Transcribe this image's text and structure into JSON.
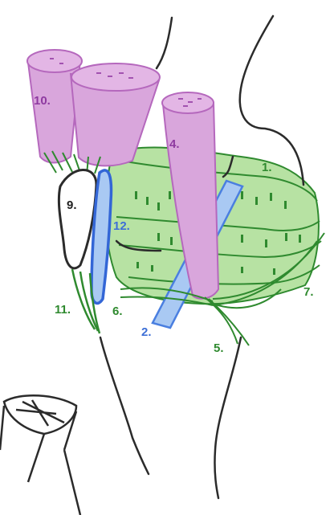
{
  "colors": {
    "paper": "#ffffff",
    "outline": "#2b2b2b",
    "muscle_pink": "#d9a6dc",
    "muscle_stroke": "#b568bd",
    "ligament_green": "#9fd68a",
    "ligament_dark": "#2f8a2f",
    "tendon_blue": "#4a7fe0",
    "tendon_light": "#a9c9f3",
    "bone_white": "#ffffff"
  },
  "labels": [
    {
      "id": "1",
      "text": "1.",
      "color": "#2f8a2f"
    },
    {
      "id": "2",
      "text": "2.",
      "color": "#3d6fd6"
    },
    {
      "id": "4",
      "text": "4.",
      "color": "#8e3aa0"
    },
    {
      "id": "5",
      "text": "5.",
      "color": "#2f8a2f"
    },
    {
      "id": "6",
      "text": "6.",
      "color": "#2f8a2f"
    },
    {
      "id": "7",
      "text": "7.",
      "color": "#2f8a2f"
    },
    {
      "id": "9",
      "text": "9.",
      "color": "#1f1f1f"
    },
    {
      "id": "10",
      "text": "10.",
      "color": "#8e3aa0"
    },
    {
      "id": "11",
      "text": "11.",
      "color": "#2f8a2f"
    },
    {
      "id": "12",
      "text": "12.",
      "color": "#3d6fd6"
    }
  ]
}
